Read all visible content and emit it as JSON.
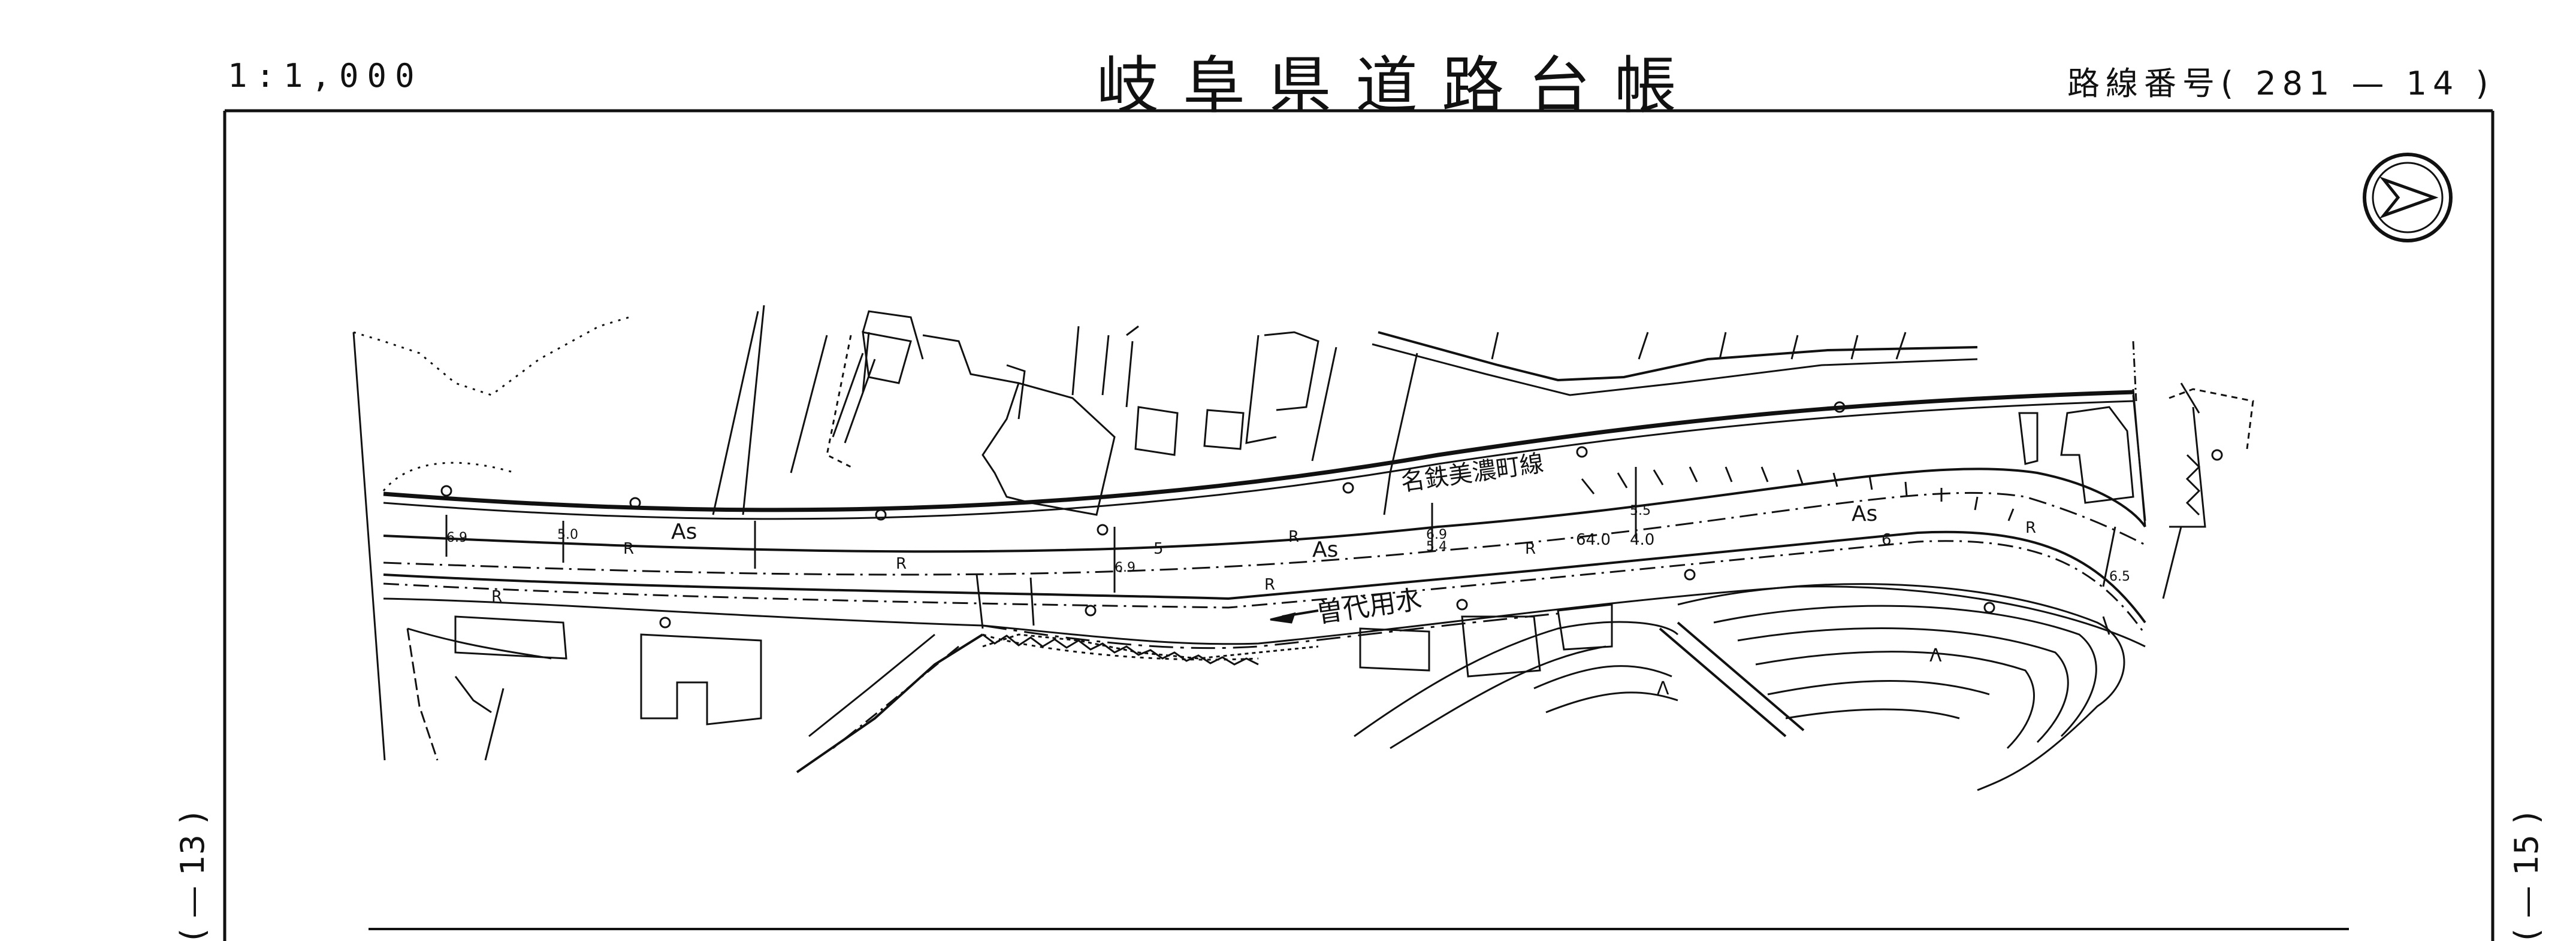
{
  "header": {
    "scale": "1:1,000",
    "title": "岐阜県道路台帳",
    "route": "路線番号( 281 — 14 )"
  },
  "side_labels": {
    "left": "( — 13 )",
    "right": "( — 15 )"
  },
  "map": {
    "railway_label": "名鉄美濃町線",
    "waterway_label": "曽代用水",
    "surface_labels": [
      "As",
      "As",
      "As"
    ],
    "lane_marks": [
      "R",
      "R",
      "R",
      "R",
      "R",
      "R",
      "R"
    ],
    "widths": [
      "6.9",
      "5.0",
      "6.9",
      "5",
      "6.9",
      "5.4",
      "5.5",
      "6",
      "6.5",
      "64.0",
      "4.0"
    ],
    "misc_marks": [
      "Λ",
      "Λ"
    ],
    "north_arrow": "north-arrow-icon"
  }
}
